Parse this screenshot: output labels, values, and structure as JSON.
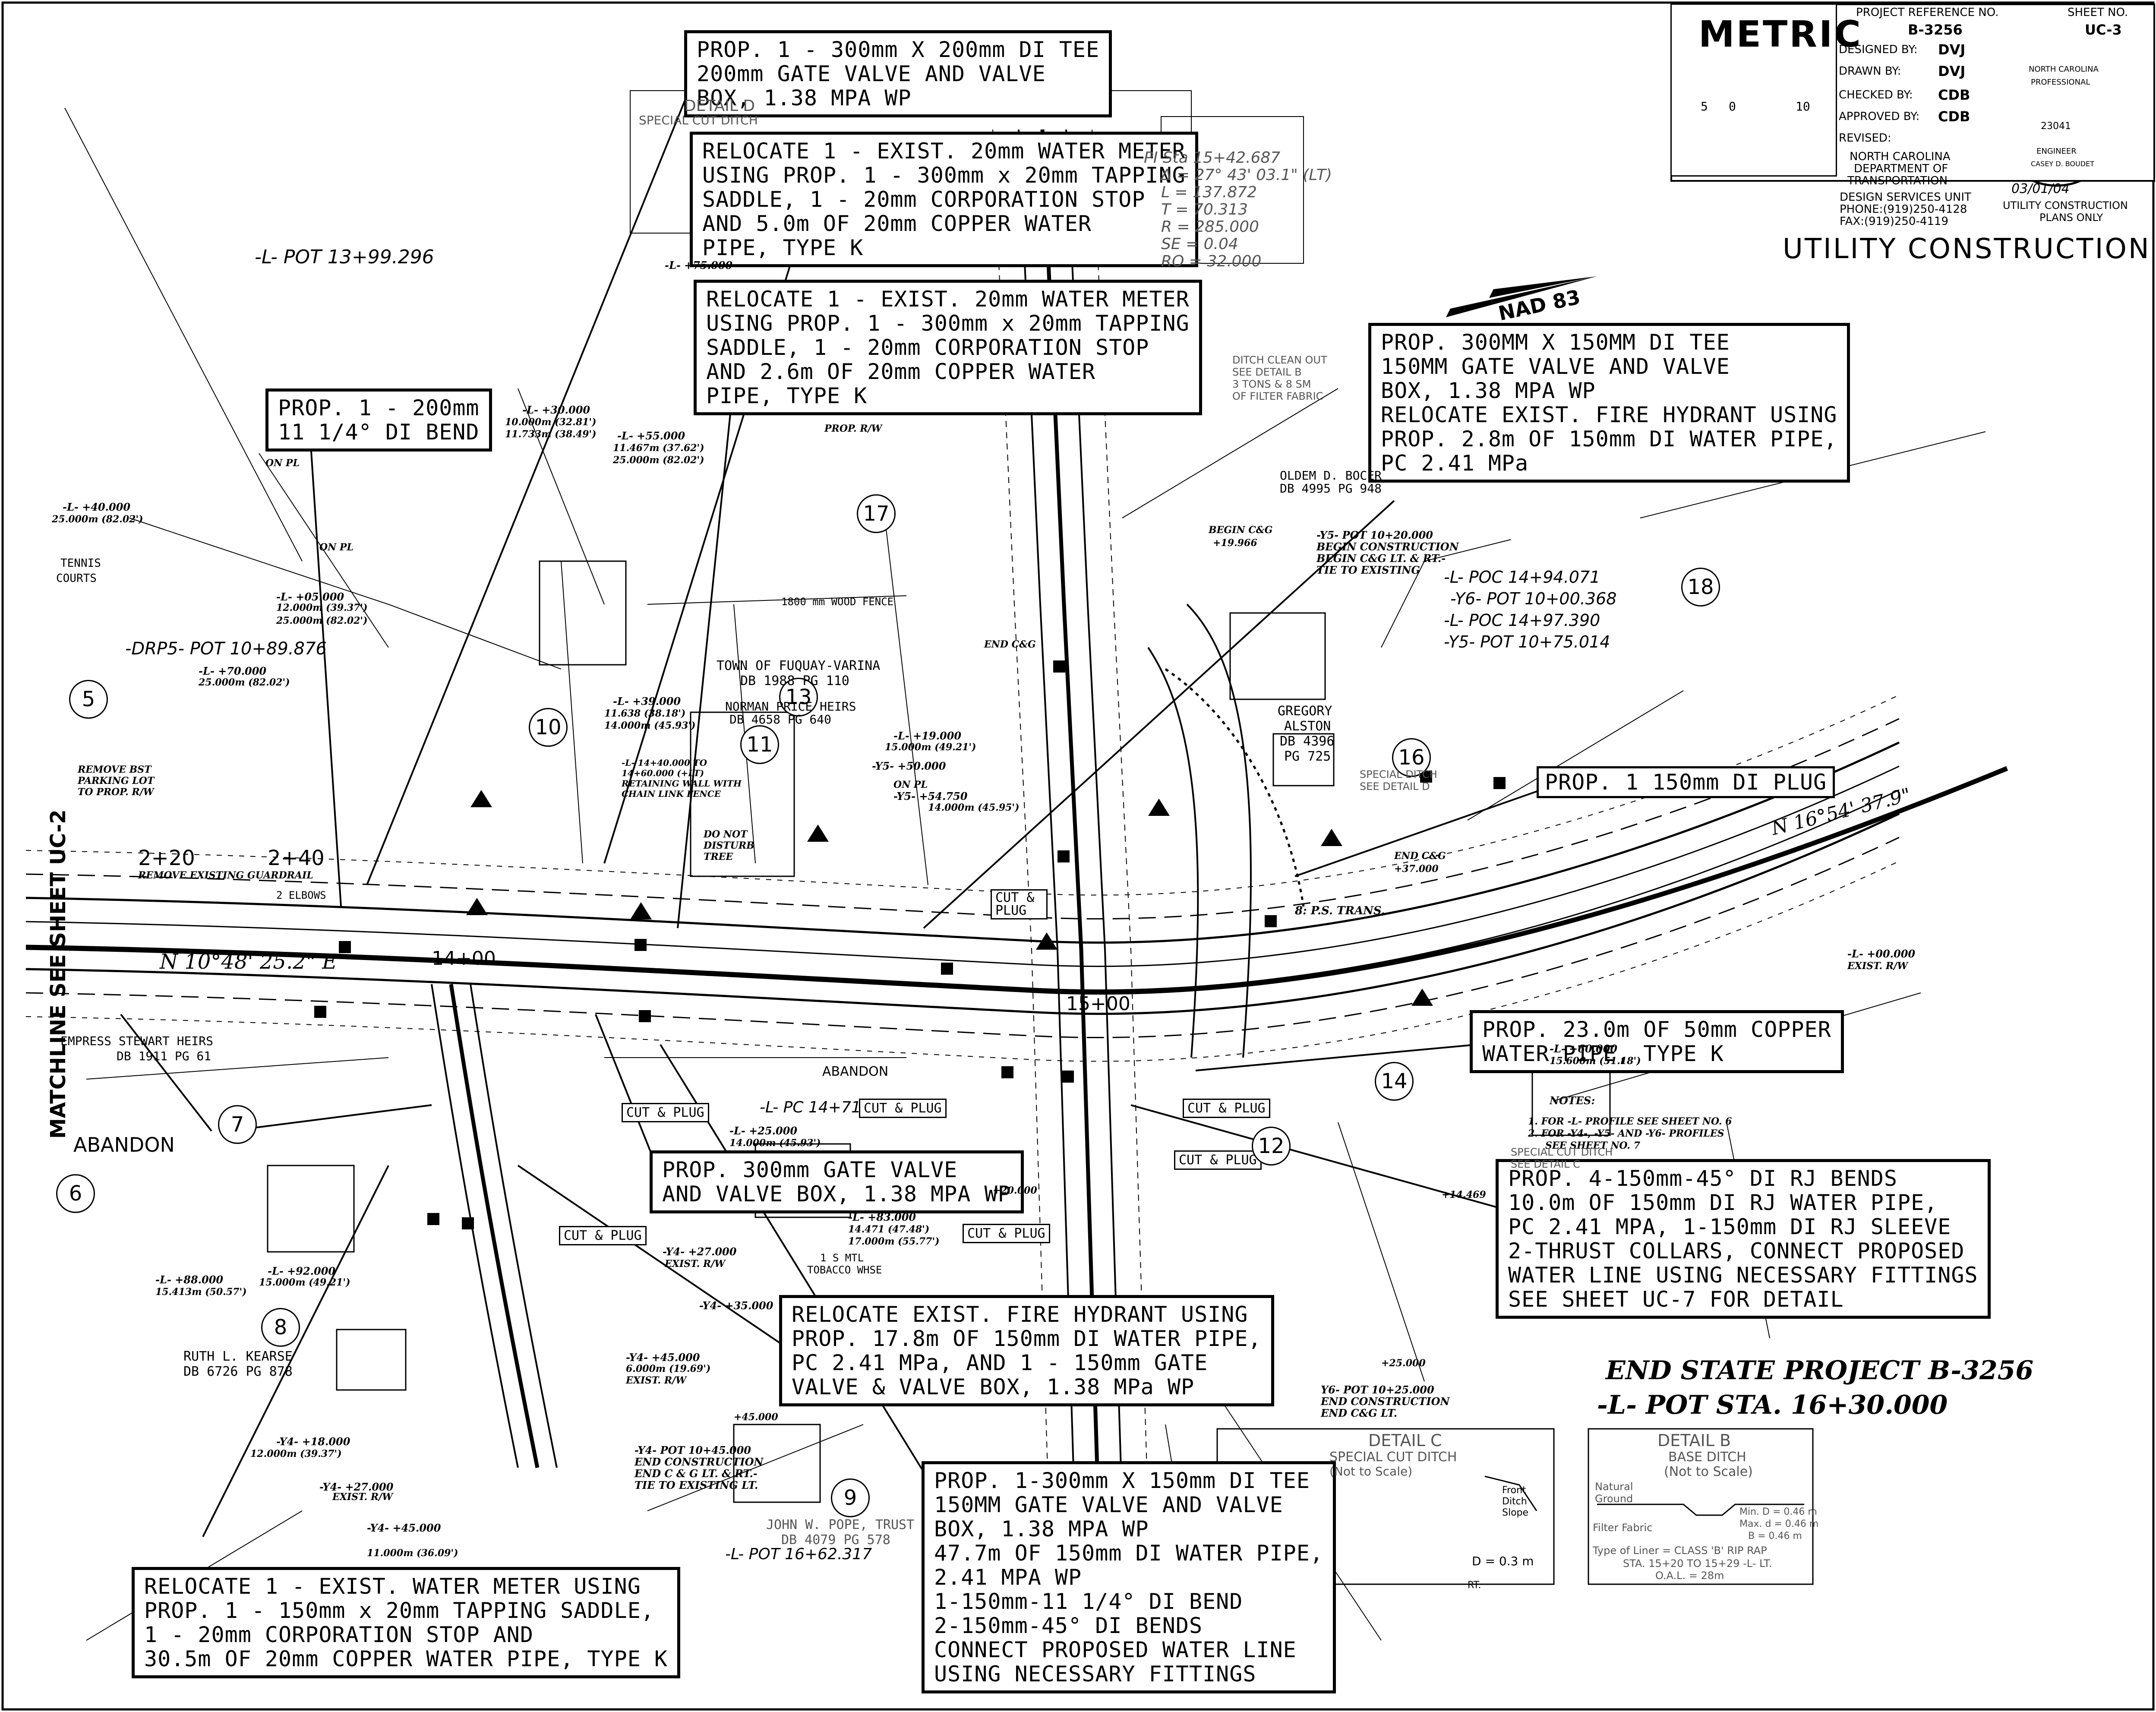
{
  "title_block": {
    "logo": "METRIC",
    "project_reference_label": "PROJECT REFERENCE NO.",
    "project_reference_no": "B-3256",
    "sheet_no_label": "SHEET NO.",
    "sheet_no": "UC-3",
    "designed_by": {
      "label": "DESIGNED BY:",
      "value": "DVJ"
    },
    "drawn_by": {
      "label": "DRAWN BY:",
      "value": "DVJ"
    },
    "checked_by": {
      "label": "CHECKED BY:",
      "value": "CDB"
    },
    "approved_by": {
      "label": "APPROVED BY:",
      "value": "CDB"
    },
    "revised_label": "REVISED:",
    "agency": [
      "NORTH CAROLINA",
      "DEPARTMENT OF",
      "TRANSPORTATION"
    ],
    "unit": [
      "DESIGN SERVICES UNIT",
      "PHONE:(919)250-4128",
      "FAX:(919)250-4119"
    ],
    "seal": {
      "top": "NORTH CAROLINA",
      "middle": "PROFESSIONAL",
      "number": "23041",
      "bottom": "ENGINEER",
      "name": "CASEY D. BOUDET",
      "date": "03/01/04"
    },
    "scale_labels": [
      "5",
      "0",
      "10"
    ],
    "plans_only": [
      "UTILITY CONSTRUCTION",
      "PLANS ONLY"
    ],
    "sheet_title": "UTILITY CONSTRUCTION"
  },
  "callouts": [
    {
      "lines": [
        "PROP. 1 - 300mm X 200mm DI TEE",
        "200mm GATE VALVE AND VALVE",
        "BOX, 1.38 MPA WP"
      ]
    },
    {
      "lines": [
        "RELOCATE 1 - EXIST. 20mm WATER METER",
        "USING PROP. 1 - 300mm x 20mm TAPPING",
        "SADDLE, 1 - 20mm CORPORATION STOP",
        "AND 5.0m OF 20mm COPPER WATER",
        "PIPE, TYPE K"
      ]
    },
    {
      "lines": [
        "RELOCATE 1 - EXIST. 20mm WATER METER",
        "USING PROP. 1 - 300mm x 20mm TAPPING",
        "SADDLE, 1 - 20mm CORPORATION STOP",
        "AND 2.6m OF 20mm COPPER WATER",
        "PIPE, TYPE K"
      ]
    },
    {
      "lines": [
        "PROP. 1 - 200mm",
        "11 1/4° DI BEND"
      ]
    },
    {
      "lines": [
        "PROP. 300MM X 150MM DI TEE",
        "150MM GATE VALVE AND VALVE",
        "BOX, 1.38 MPA WP",
        "RELOCATE EXIST. FIRE HYDRANT USING",
        "PROP. 2.8m OF 150mm DI WATER PIPE,",
        "PC 2.41 MPa"
      ]
    },
    {
      "lines": [
        "PROP. 1 150mm DI PLUG"
      ]
    },
    {
      "lines": [
        "PROP. 23.0m OF 50mm COPPER",
        "WATER PIPE, TYPE K"
      ]
    },
    {
      "lines": [
        "PROP. 4-150mm-45° DI RJ BENDS",
        "10.0m OF 150mm DI RJ WATER PIPE,",
        "PC 2.41 MPA, 1-150mm DI RJ SLEEVE",
        "2-THRUST COLLARS, CONNECT PROPOSED",
        "WATER LINE USING NECESSARY FITTINGS",
        "SEE SHEET UC-7 FOR DETAIL"
      ]
    },
    {
      "lines": [
        "PROP. 300mm GATE VALVE",
        "AND VALVE BOX, 1.38 MPA WP"
      ]
    },
    {
      "lines": [
        "RELOCATE EXIST. FIRE HYDRANT USING",
        "PROP. 17.8m OF 150mm DI WATER PIPE,",
        "PC 2.41 MPa, AND 1 - 150mm GATE",
        "VALVE & VALVE BOX, 1.38 MPa WP"
      ]
    },
    {
      "lines": [
        "PROP. 1-300mm X 150mm DI TEE",
        "150MM GATE VALVE AND VALVE",
        "BOX, 1.38 MPA WP",
        "47.7m OF 150mm DI WATER PIPE,",
        "2.41 MPA WP",
        "1-150mm-11 1/4° DI BEND",
        "2-150mm-45° DI BENDS",
        "CONNECT PROPOSED WATER LINE",
        "USING NECESSARY FITTINGS"
      ]
    },
    {
      "lines": [
        "RELOCATE 1 - EXIST. WATER METER USING",
        "PROP. 1 - 150mm x 20mm TAPPING SADDLE,",
        "1 - 20mm CORPORATION STOP AND",
        "30.5m OF 20mm COPPER WATER PIPE, TYPE K"
      ]
    }
  ],
  "tags": [
    "CUT & PLUG",
    "CUT & PLUG",
    "CUT & PLUG",
    "CUT & PLUG",
    "CUT & PLUG",
    "CUT & PLUG",
    "CUT & PLUG"
  ],
  "parcels": [
    "5",
    "6",
    "7",
    "8",
    "9",
    "10",
    "11",
    "12",
    "13",
    "14",
    "16",
    "17",
    "18"
  ],
  "labels": {
    "matchline": "MATCHLINE SEE SHEET UC-2",
    "end_project": "END STATE PROJECT B-3256",
    "end_pot": "-L- POT STA. 16+30.000",
    "nad": "NAD 83",
    "abandon": "ABANDON",
    "abandon_small": "ABANDON",
    "sta_220": "2+20",
    "sta_240": "2+40",
    "sta_1400": "14+00",
    "sta_1500": "15+00",
    "bearing_l": "N 10°48' 25.2\" E",
    "bearing_r": "N 16°54' 37.9\"",
    "pot_1399": "-L- POT 13+99.296",
    "drp5": "-DRP5- POT 10+89.876",
    "town": [
      "TOWN OF FUQUAY-VARINA",
      "DB 1988 PG 110"
    ],
    "norman": [
      "NORMAN PRICE HEIRS",
      "DB 4658 PG 640"
    ],
    "gregory": [
      "GREGORY",
      "ALSTON",
      "DB 4396",
      "PG 725"
    ],
    "ruth": [
      "RUTH L. KEARSE",
      "DB 6726 PG 878"
    ],
    "john": [
      "JOHN W. POPE, TRUST",
      "DB 4079 PG 578"
    ],
    "stewart": [
      "EMPRESS STEWART HEIRS",
      "DB 1911 PG 61"
    ],
    "oldem": [
      "OLDEM D. BOCER",
      "DB 4995 PG 948"
    ],
    "curve": [
      "PI Sta 15+42.687",
      "Δ = 27° 43' 03.1\" (LT)",
      "L = 137.872",
      "T = 70.313",
      "R = 285.000",
      "SE = 0.04",
      "RO = 32.000"
    ],
    "y5_notes": [
      "-Y5- POT 10+20.000",
      "BEGIN CONSTRUCTION",
      "BEGIN C&G LT. & RT.-",
      "TIE TO EXISTING"
    ],
    "poc": [
      "-L- POC 14+94.071",
      "-Y6- POT 10+00.368",
      "-L- POC 14+97.390",
      "-Y5- POT 10+75.014"
    ],
    "y6_end": [
      "Y6- POT 10+25.000",
      "END CONSTRUCTION",
      "END C&G LT."
    ],
    "y4_end": [
      "-Y4- POT 10+45.000",
      "END CONSTRUCTION",
      "END C & G LT. & RT.-",
      "TIE TO EXISTING LT."
    ],
    "notes": [
      "NOTES:",
      "1. FOR -L- PROFILE SEE SHEET NO. 6",
      "2. FOR -Y4-, -Y5- AND -Y6- PROFILES",
      "SEE SHEET NO. 7"
    ],
    "detail_b": {
      "title": "DETAIL B",
      "sub": [
        "BASE DITCH",
        "(Not to Scale)"
      ],
      "natural": "Natural Ground",
      "filter": "Filter Fabric",
      "min": "Min. D = 0.46 m",
      "max": "Max. d = 0.46 m",
      "b": "B = 0.46 m",
      "liner": "Type of Liner = CLASS 'B' RIP RAP",
      "sta": "STA. 15+20 TO 15+29 -L- LT.",
      "oal": "O.A.L. = 28m"
    },
    "detail_c": {
      "title": "DETAIL C",
      "sub": "SPECIAL CUT DITCH",
      "scale": "(Not to Scale)",
      "front": [
        "Front",
        "Ditch",
        "Slope"
      ],
      "d": "D = 0.3 m",
      "rt": "RT."
    },
    "detail_d": {
      "title": "DETAIL D",
      "sub": "SPECIAL CUT DITCH"
    },
    "special_ditch": [
      "SPECIAL DITCH",
      "SEE DETAIL D"
    ],
    "special_cut": [
      "SPECIAL CUT DITCH",
      "SEE DETAIL C"
    ],
    "ditch_clean": [
      "DITCH CLEAN OUT",
      "SEE DETAIL B",
      "3 TONS & 8 SM",
      "OF FILTER FABRIC"
    ],
    "remove_bst": [
      "REMOVE BST",
      "PARKING LOT",
      "TO PROP. R/W"
    ],
    "retaining": [
      "-L- 14+40.000 TO",
      "14+60.000 (+LT)",
      "RETAINING WALL WITH",
      "CHAIN LINK FENCE"
    ],
    "do_not_disturb": [
      "DO NOT",
      "DISTURB",
      "TREE"
    ],
    "remove_guardrail": "REMOVE EXISTING GUARDRAIL",
    "two_elbows": "2 ELBOWS",
    "ps_trans": "8: P.S. TRANS.",
    "tennis": [
      "TENNIS",
      "COURTS"
    ],
    "tobacco": [
      "1 S MTL",
      "TOBACCO WHSE"
    ],
    "woodfence": "1800 mm WOOD FENCE",
    "station_small": [
      "-L- +40.000",
      "-L- +05.000",
      "-L- +70.000",
      "-L- +39.000",
      "-L- +30.000",
      "-L- +55.000",
      "-L- +75.000",
      "-L- +19.000",
      "-Y5- +50.000",
      "-Y5- +54.750",
      "-L- +25.000",
      "-L- +83.000",
      "-Y4- +27.000",
      "-Y4- +35.000",
      "-Y4- +45.000",
      "-L- +88.000",
      "-L- +92.000",
      "-Y4- +18.000",
      "-Y4- +27.000",
      "-Y4- +45.000",
      "-L- +60.000",
      "-L- +00.000",
      "+20.000",
      "+19.966",
      "+37.000",
      "+14.469",
      "+25.000",
      "+45.000",
      "-L- PC 14+71",
      "-L- POT 16+62.317"
    ],
    "offsets_small": [
      "25.000m (82.02')",
      "12.000m (39.37')",
      "25.000m (82.02')",
      "25.000m (82.02')",
      "11.638 (38.18')",
      "14.000m (45.93')",
      "10.000m (32.81')",
      "11.733m (38.49')",
      "11.467m (37.62')",
      "25.000m (82.02')",
      "15.000m (49.21')",
      "14.000m (45.95')",
      "14.000m (45.93')",
      "14.471 (47.48')",
      "17.000m (55.77')",
      "15.413m (50.57')",
      "15.000m (49.21')",
      "6.000m (19.69')",
      "12.000m (39.37')",
      "11.000m (36.09')",
      "15.600m (51.18')",
      "EXIST. R/W",
      "EXIST. R/W",
      "EXIST. R/W",
      "EXIST. R/W",
      "PROP. R/W",
      "ON PL",
      "ON PL",
      "ON PL",
      "BEGIN C&G",
      "END C&G",
      "END C&G"
    ]
  }
}
